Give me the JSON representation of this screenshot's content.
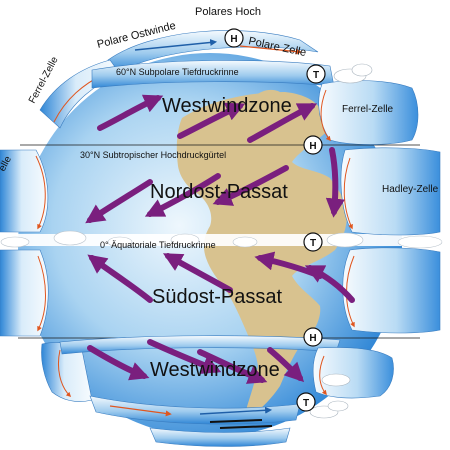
{
  "labels": {
    "polar_hoch": "Polares Hoch",
    "polare_ostwinde": "Polare Ostwinde",
    "polare_zelle": "Polare Zelle",
    "ferrel_zelle_left": "Ferrel-Zelle",
    "ferrel_zelle_right": "Ferrel-Zelle",
    "subpolare_tiefdruckrinne": "60°N Subpolare Tiefdruckrinne",
    "westwindzone_north": "Westwindzone",
    "subtropischer_hochdruckguertel": "30°N Subtropischer Hochdruckgürtel",
    "nordost_passat": "Nordost-Passat",
    "hadley_zelle": "Hadley-Zelle",
    "aequatoriale_tiefdruckrinne": "0° Äquatoriale Tiefdruckrinne",
    "suedost_passat": "Südost-Passat",
    "westwindzone_south": "Westwindzone",
    "left_cell_fragment": "elle"
  },
  "pressure_badges": {
    "high": "H",
    "low": "T"
  },
  "colors": {
    "ocean_dark": "#2f86d6",
    "ocean_light": "#e8f4fc",
    "land": "#d8c28f",
    "arrow": "#7a1f7e",
    "cell_light": "#f2f8fd",
    "cell_dark": "#3b8fdc",
    "circulation": "#e0561f"
  }
}
